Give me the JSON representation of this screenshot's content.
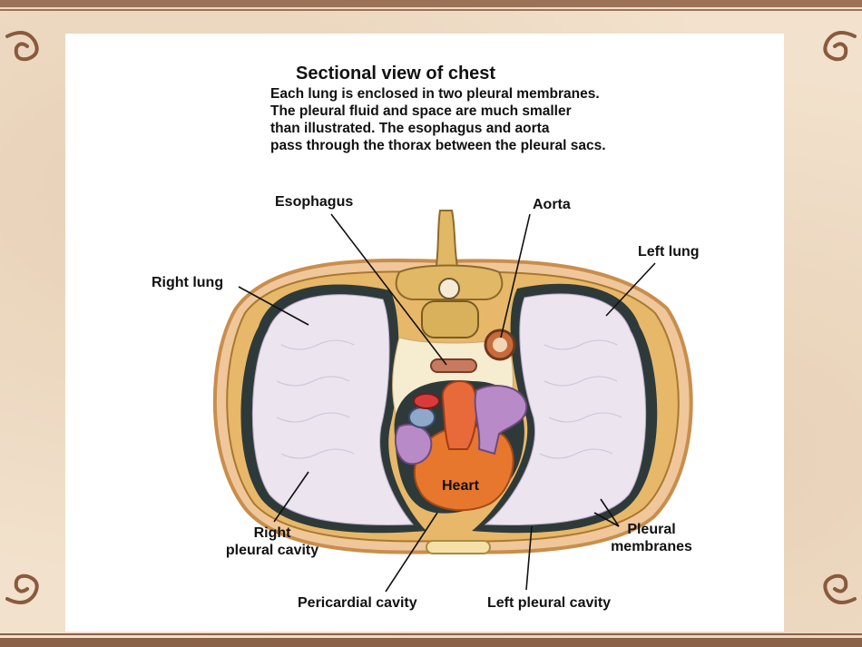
{
  "caption": {
    "title": "Sectional view of chest",
    "body": "Each lung is enclosed in two pleural membranes.\nThe pleural fluid and space are much smaller\nthan illustrated.  The esophagus and aorta\npass through the thorax between the pleural sacs."
  },
  "labels": {
    "esophagus": "Esophagus",
    "aorta": "Aorta",
    "left_lung": "Left lung",
    "right_lung": "Right lung",
    "heart": "Heart",
    "right_pleural_cavity_line1": "Right",
    "right_pleural_cavity_line2": "pleural cavity",
    "pleural_membranes_line1": "Pleural",
    "pleural_membranes_line2": "membranes",
    "pericardial_cavity": "Pericardial cavity",
    "left_pleural_cavity": "Left pleural cavity"
  },
  "colors": {
    "lung_fill": "#ece4ef",
    "pleura": "#2e3a3a",
    "bone": "#e0b866",
    "heart": "#e8772e",
    "vessel": "#b98ac8",
    "muscle": "#e9a37a",
    "frame": "#9b7256"
  }
}
